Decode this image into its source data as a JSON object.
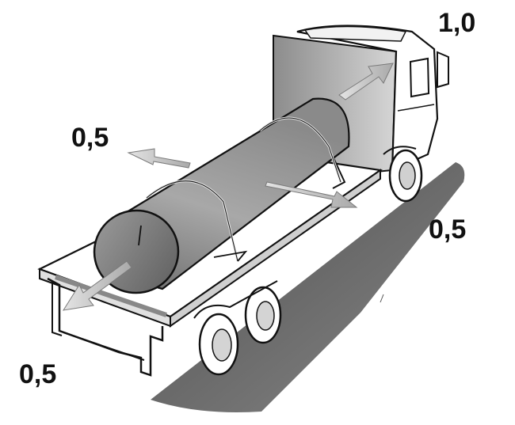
{
  "figure": {
    "subject": "truck-with-cylindrical-load-securing-forces",
    "colors": {
      "ink": "#111111",
      "shadow": "#5a5a5a",
      "arrow": "#bdbdbd",
      "cylinder": "#9a9a9a"
    }
  },
  "labels": {
    "forward": "1,0",
    "sideways_left": "0,5",
    "sideways_right": "0,5",
    "backward": "0,5"
  }
}
